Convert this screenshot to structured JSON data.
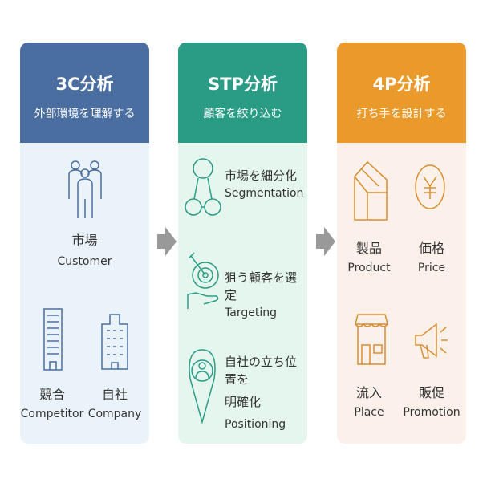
{
  "columns": [
    {
      "title": "3C分析",
      "subtitle": "外部環境を理解する",
      "items": [
        {
          "ja": "市場",
          "en": "Customer",
          "icon": "people-icon"
        },
        {
          "ja": "競合",
          "en": "Competitor",
          "icon": "building-icon"
        },
        {
          "ja": "自社",
          "en": "Company",
          "icon": "office-building-icon"
        }
      ]
    },
    {
      "title": "STP分析",
      "subtitle": "顧客を絞り込む",
      "items": [
        {
          "ja": "市場を細分化",
          "en": "Segmentation",
          "icon": "network-people-icon"
        },
        {
          "ja": "狙う顧客を選定",
          "en": "Targeting",
          "icon": "target-hand-icon"
        },
        {
          "ja": "自社の立ち位置を",
          "ja2": "明確化",
          "en": "Positioning",
          "icon": "location-pin-person-icon"
        }
      ]
    },
    {
      "title": "4P分析",
      "subtitle": "打ち手を設計する",
      "items": [
        {
          "ja": "製品",
          "en": "Product",
          "icon": "box-icon"
        },
        {
          "ja": "価格",
          "en": "Price",
          "icon": "yen-coin-icon"
        },
        {
          "ja": "流入",
          "en": "Place",
          "icon": "store-icon"
        },
        {
          "ja": "販促",
          "en": "Promotion",
          "icon": "megaphone-icon"
        }
      ]
    }
  ],
  "colors": {
    "blue": "#4a6e9f",
    "green": "#2a9c86",
    "orange": "#ea9a2b"
  }
}
